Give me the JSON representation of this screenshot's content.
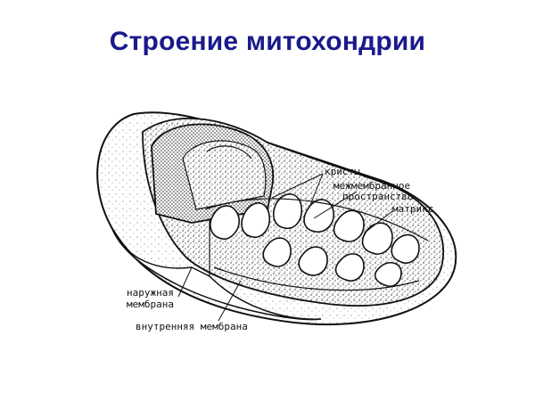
{
  "title": "Строение митохондрии",
  "colors": {
    "title": "#1a1a8c",
    "ink": "#111111",
    "background": "#ffffff"
  },
  "labels": {
    "cristae": "кристы",
    "intermembrane_line1": "межмембранное",
    "intermembrane_line2": "пространство",
    "matrix": "матрикс",
    "outer_line1": "наружная",
    "outer_line2": "мембрана",
    "inner": "внутренняя мембрана"
  }
}
